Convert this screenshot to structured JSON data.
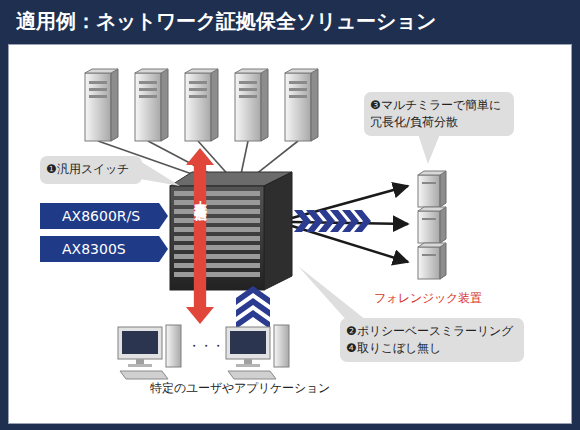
{
  "diagram": {
    "title": "適用例：ネットワーク証拠保全ソリューション",
    "nodes": [
      {
        "text": [
          "❸マルチミラーで簡単に 冗長化/負荷分散"
        ]
      },
      {
        "text": [
          "❶汎用スイッチ"
        ]
      },
      {
        "text": [
          "大容量通信"
        ]
      },
      {
        "text": [
          "AX8600R/S"
        ]
      },
      {
        "text": [
          "AX8300S"
        ]
      },
      {
        "text": [
          "❷ポリシーベースミラーリング",
          "❹取りこぼし無し"
        ]
      }
    ],
    "labels": [
      "フォレンジック装置",
      "・・・",
      "特定のユーザやアプリケーション"
    ]
  }
}
